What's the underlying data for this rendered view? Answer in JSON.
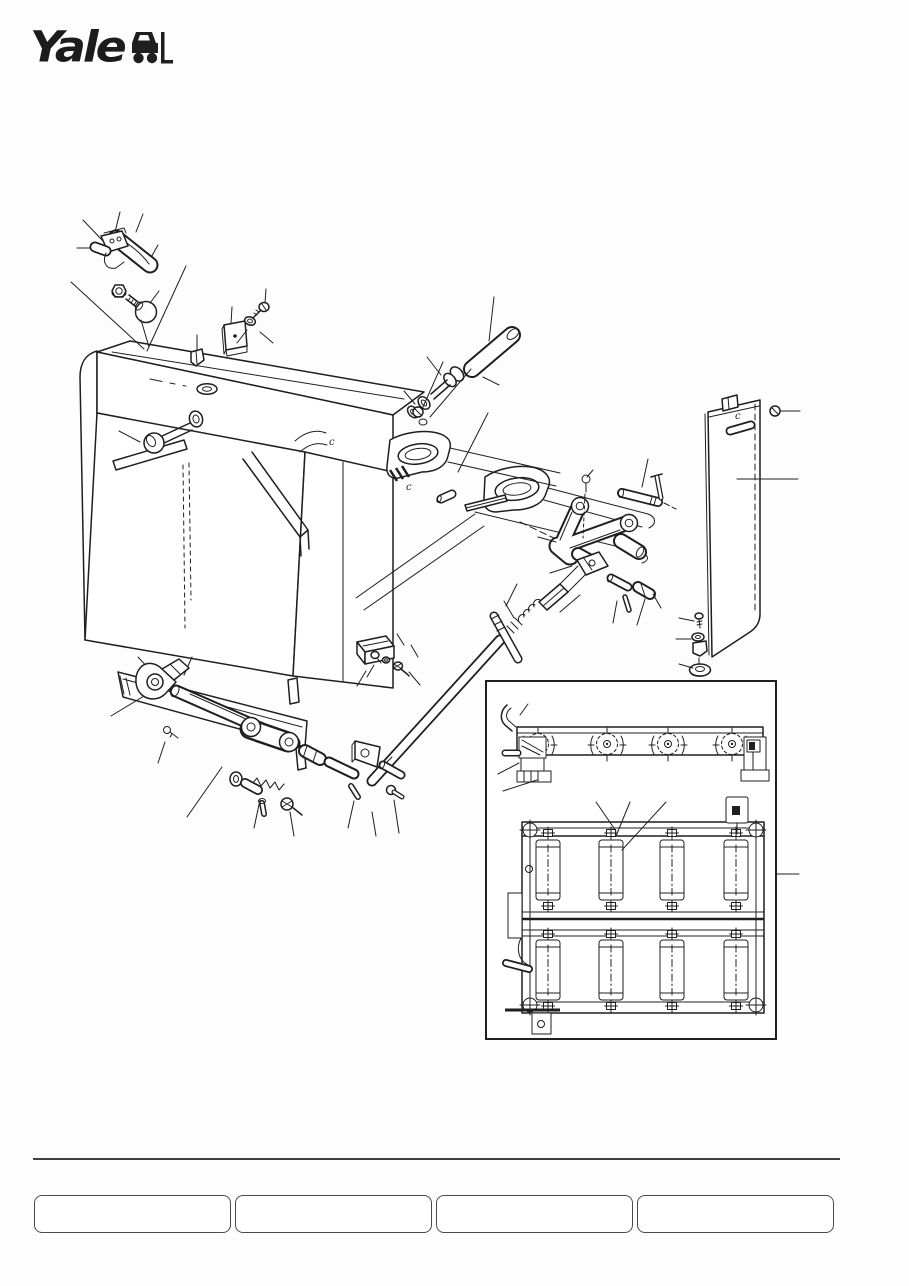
{
  "page": {
    "background": "#fdfdfd",
    "ink": "#1f1f1f"
  },
  "brand": {
    "logo_text": "Yale",
    "logo_icon": "forklift-icon"
  },
  "diagram": {
    "marks": {
      "m1": "c",
      "m2": "c",
      "m3": "c"
    }
  },
  "footer": {
    "boxes": [
      {
        "label": ""
      },
      {
        "label": ""
      },
      {
        "label": ""
      },
      {
        "label": ""
      }
    ]
  }
}
